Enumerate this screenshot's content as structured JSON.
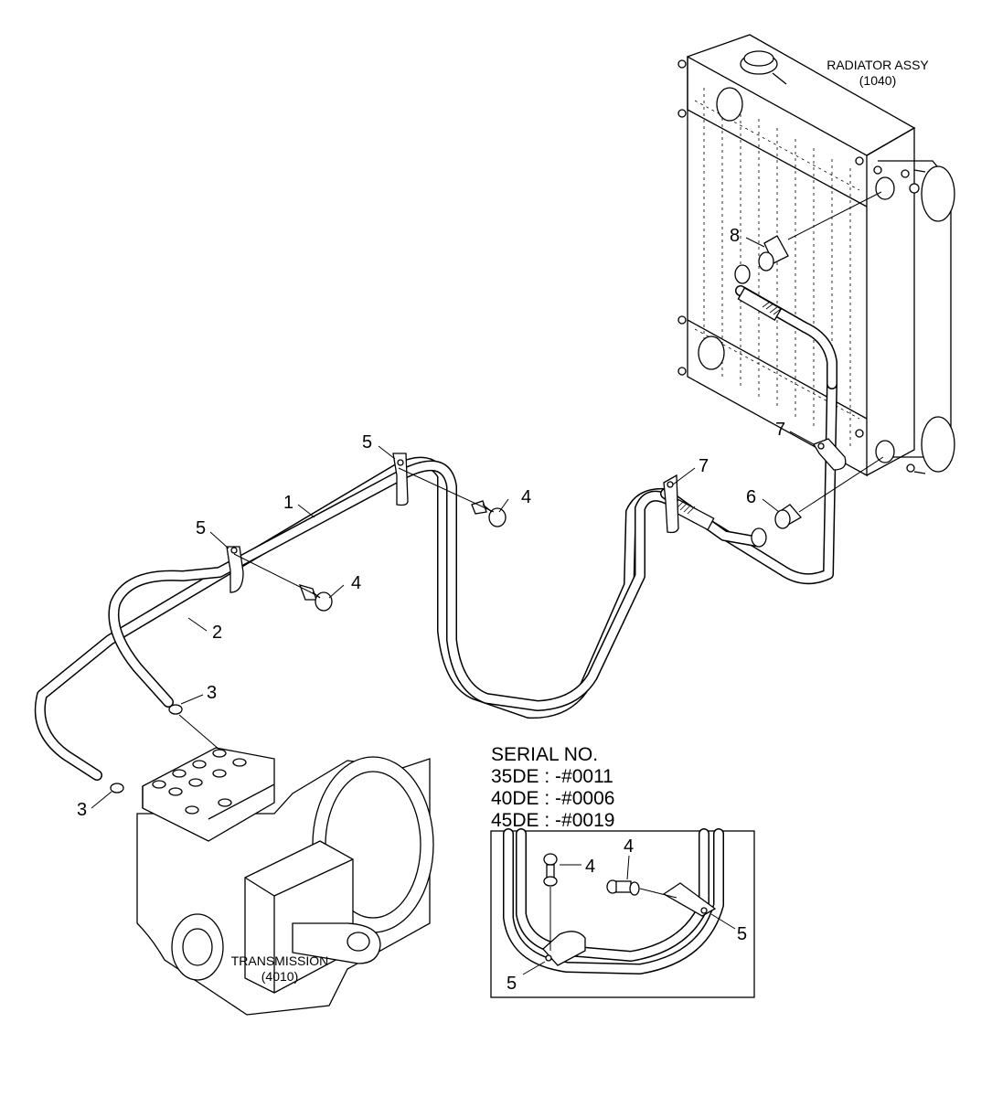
{
  "labels": {
    "radiator_title": "RADIATOR ASSY",
    "radiator_code": "(1040)",
    "transmission_title": "TRANSMISSION",
    "transmission_code": "(4010)"
  },
  "serial": {
    "heading": "SERIAL NO.",
    "lines": [
      "35DE : -#0011",
      "40DE : -#0006",
      "45DE : -#0019"
    ]
  },
  "callouts": {
    "c1": "1",
    "c2": "2",
    "c3a": "3",
    "c3b": "3",
    "c4a": "4",
    "c4b": "4",
    "c5a": "5",
    "c5b": "5",
    "c6": "6",
    "c7a": "7",
    "c7b": "7",
    "c8": "8",
    "d4a": "4",
    "d4b": "4",
    "d5a": "5",
    "d5b": "5"
  }
}
